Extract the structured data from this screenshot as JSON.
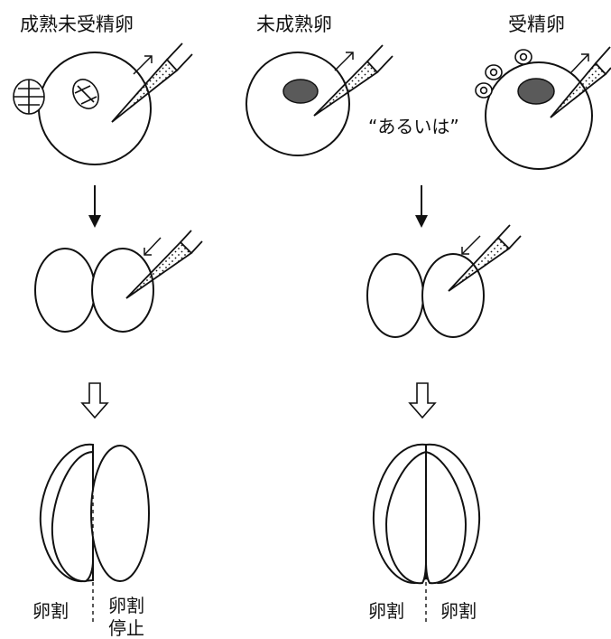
{
  "headers": {
    "mature_unfertilized": "成熟未受精卵",
    "immature": "未成熟卵",
    "fertilized": "受精卵"
  },
  "or_text": "“あるいは”",
  "labels": {
    "left_cleavage": "卵割",
    "left_arrest_line1": "卵割",
    "left_arrest_line2": "停止",
    "right_cleavage_a": "卵割",
    "right_cleavage_b": "卵割"
  },
  "colors": {
    "ink": "#111111",
    "nucleus": "#5a5a5a",
    "background": "#ffffff"
  }
}
